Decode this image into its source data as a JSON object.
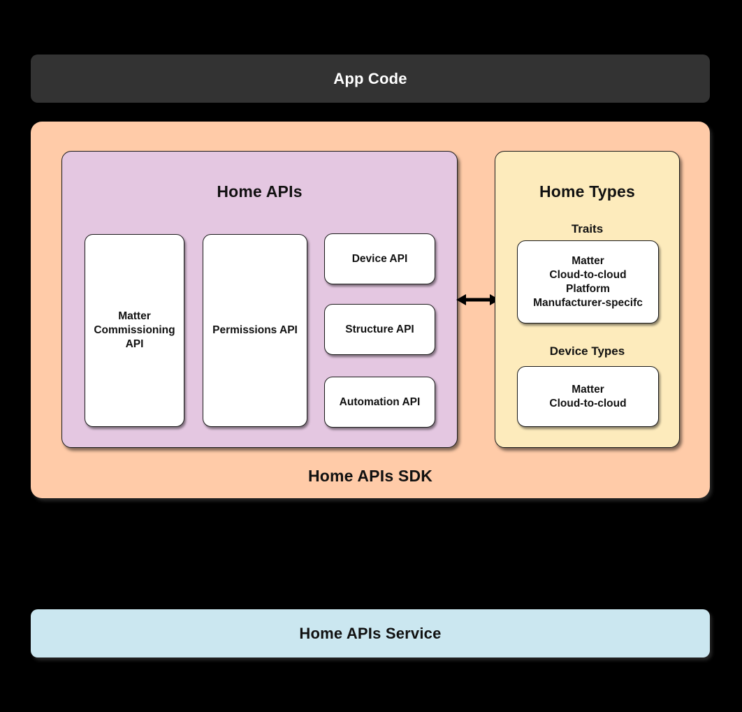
{
  "app_code": {
    "label": "App Code"
  },
  "sdk": {
    "label": "Home APIs SDK",
    "home_apis": {
      "title": "Home APIs",
      "matter_commissioning_api": "Matter\nCommissioning\nAPI",
      "permissions_api": "Permissions API",
      "device_api": "Device API",
      "structure_api": "Structure API",
      "automation_api": "Automation API"
    },
    "home_types": {
      "title": "Home Types",
      "traits_label": "Traits",
      "traits_items": "Matter\nCloud-to-cloud\nPlatform\nManufacturer-specifc",
      "device_types_label": "Device Types",
      "device_types_items": "Matter\nCloud-to-cloud"
    },
    "arrow_icon": "bidirectional-arrow"
  },
  "service": {
    "label": "Home APIs Service"
  },
  "colors": {
    "background": "#000000",
    "app_code_bg": "#333333",
    "app_code_text": "#ffffff",
    "sdk_bg": "#ffcba8",
    "home_apis_bg": "#e4c7e1",
    "home_types_bg": "#fdebbc",
    "service_bg": "#cbe7f0",
    "card_bg": "#ffffff",
    "outline": "#1a1a1a",
    "text": "#111111"
  }
}
